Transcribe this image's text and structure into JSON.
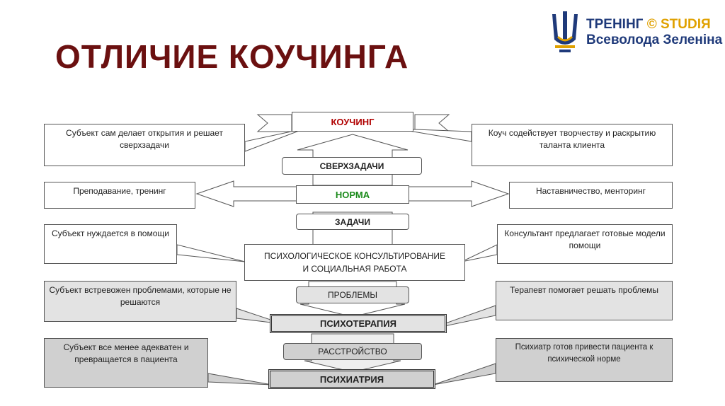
{
  "title": "ОТЛИЧИЕ КОУЧИНГА",
  "logo": {
    "line1_main": "ТРЕНІНГ",
    "line1_accent": "© STUDIЯ",
    "line2": "Всеволода Зеленіна",
    "colors": {
      "blue": "#1f3a7a",
      "gold": "#e0a100"
    }
  },
  "levels": {
    "coaching": "КОУЧИНГ",
    "superzadachi": "СВЕРХЗАДАЧИ",
    "norma": "НОРМА",
    "zadachi": "ЗАДАЧИ",
    "psych_consult": "ПСИХОЛОГИЧЕСКОЕ КОНСУЛЬТИРОВАНИЕ И СОЦИАЛЬНАЯ РАБОТА",
    "problemy": "ПРОБЛЕМЫ",
    "psychotherapy": "ПСИХОТЕРАПИЯ",
    "rasstroystvo": "РАССТРОЙСТВО",
    "psychiatry": "ПСИХИАТРИЯ"
  },
  "left_boxes": [
    "Субъект сам делает открытия и решает сверхзадачи",
    "Преподавание, тренинг",
    "Субъект нуждается в помощи",
    "Субъект встревожен проблемами, которые не решаются",
    "Субъект все менее адекватен и превращается в пациента"
  ],
  "right_boxes": [
    "Коуч содействует творчеству и раскрытию таланта клиента",
    "Наставничество, менторинг",
    "Консультант предлагает готовые модели помощи",
    "Терапевт помогает решать проблемы",
    "Психиатр готов привести пациента к психической норме"
  ],
  "colors": {
    "title": "#6b1010",
    "coaching": "#b00000",
    "norma": "#1a8a1a"
  }
}
